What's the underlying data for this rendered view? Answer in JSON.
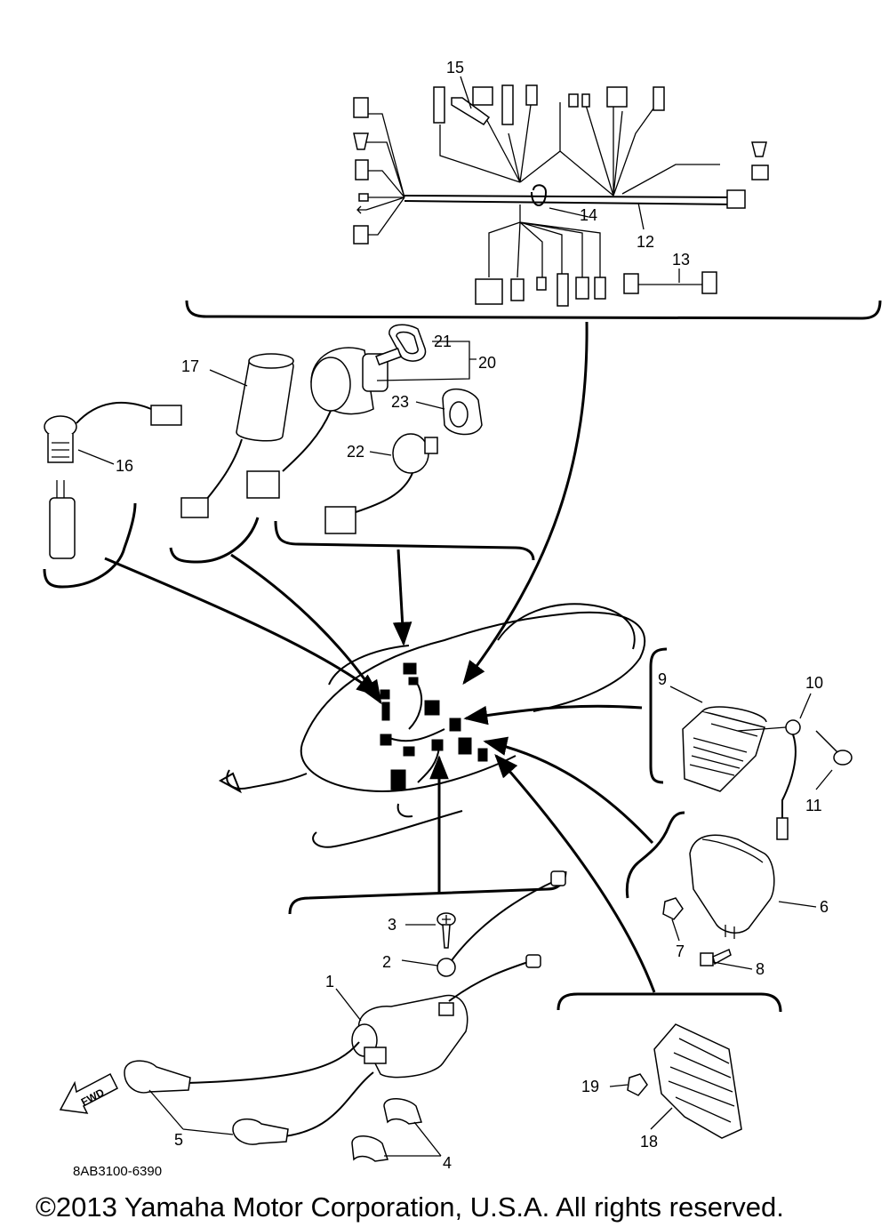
{
  "callouts": {
    "c1": "1",
    "c2": "2",
    "c3": "3",
    "c4": "4",
    "c5": "5",
    "c6": "6",
    "c7": "7",
    "c8": "8",
    "c9": "9",
    "c10": "10",
    "c11": "11",
    "c12": "12",
    "c13": "13",
    "c14": "14",
    "c15": "15",
    "c16": "16",
    "c17": "17",
    "c18": "18",
    "c19": "19",
    "c20": "20",
    "c21": "21",
    "c22": "22",
    "c23": "23"
  },
  "fwd_label": "FWD",
  "diagram_code": "8AB3100-6390",
  "copyright": "©2013 Yamaha Motor Corporation, U.S.A. All rights reserved."
}
